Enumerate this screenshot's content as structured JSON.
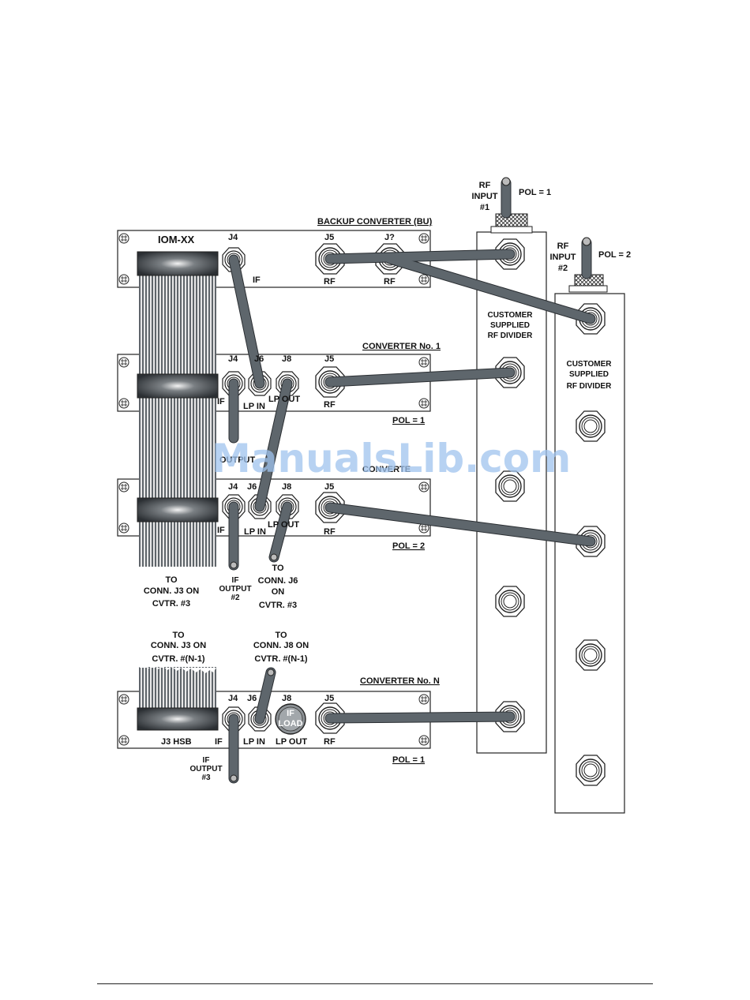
{
  "labels": {
    "backup_converter": "BACKUP CONVERTER (BU)",
    "iom": "IOM-XX",
    "converter_1": "CONVERTER No. 1",
    "converter_n": "CONVERTER No. N",
    "converter_2_partial": "CONVERTE",
    "pol_1": "POL = 1",
    "pol_2": "POL = 2",
    "j4": "J4",
    "j5": "J5",
    "j6": "J6",
    "j7": "J?",
    "j8": "J8",
    "if": "IF",
    "rf": "RF",
    "lp_in": "LP IN",
    "lp_out": "LP OUT",
    "if_load_1": "IF",
    "if_load_2": "LOAD",
    "j3_hsb": "J3 HSB",
    "rf_input_1": [
      "RF",
      "INPUT",
      "#1"
    ],
    "rf_input_2": [
      "RF",
      "INPUT",
      "#2"
    ],
    "customer_divider": [
      "CUSTOMER",
      "SUPPLIED",
      "RF DIVIDER"
    ],
    "to_j3_cvtr3": [
      "TO",
      "CONN. J3  ON",
      "CVTR. #3"
    ],
    "if_output_2": [
      "IF",
      "OUTPUT",
      "#2"
    ],
    "to_j6_cvtr3": [
      "TO",
      "CONN. J6",
      "ON",
      "CVTR. #3"
    ],
    "to_j3_cvtr_n1": [
      "TO",
      "CONN. J3  ON",
      "CVTR. #(N-1)"
    ],
    "to_j8_cvtr_n1": [
      "TO",
      "CONN. J8  ON",
      "CVTR. #(N-1)"
    ],
    "if_output_3": [
      "IF",
      "OUTPUT",
      "#3"
    ],
    "output_partial": "OUTPUT"
  },
  "watermark": "ManualsLib.com",
  "colors": {
    "cable": "#5e666c",
    "ribbon": "#6d7378",
    "clamp": "#2e3236",
    "watermark": "#9fc3ee"
  }
}
